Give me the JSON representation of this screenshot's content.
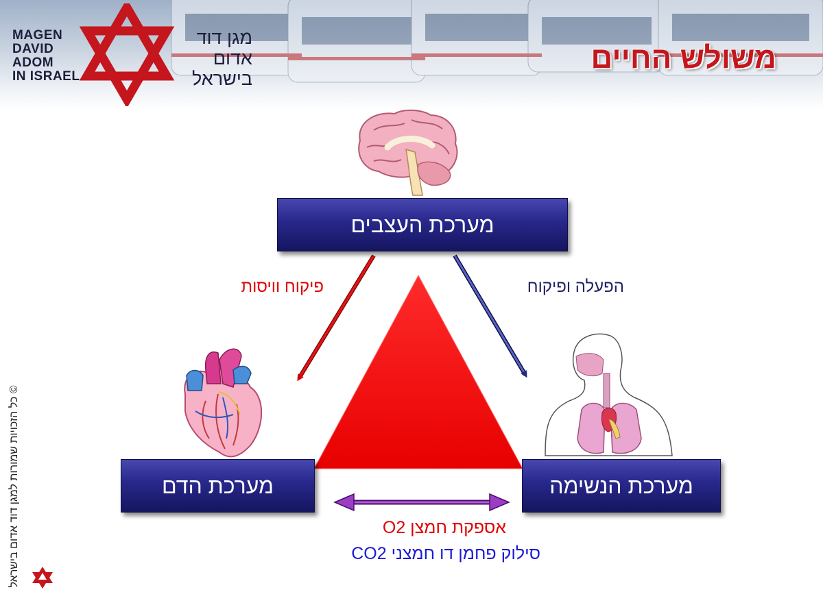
{
  "header": {
    "logo_en_lines": [
      "MAGEN",
      "DAVID",
      "ADOM",
      "IN ISRAEL"
    ],
    "logo_he_lines": [
      "מגן דוד",
      "אדום",
      "בישראל"
    ],
    "title": "משולש החיים"
  },
  "diagram": {
    "nodes": {
      "nervous": "מערכת העצבים",
      "blood": "מערכת הדם",
      "respiratory": "מערכת הנשימה"
    },
    "edges": {
      "nervous_to_blood": "פיקוח וויסות",
      "nervous_to_respiratory": "הפעלה ופיקוח",
      "exchange_o2": "אספקת חמצן O2",
      "exchange_co2": "סילוק פחמן דו חמצני CO2"
    },
    "colors": {
      "triangle": "#ff1a1a",
      "arrow_red": "#d40000",
      "arrow_blue": "#232a80",
      "arrow_purple": "#7b1fa2",
      "text_red": "#e00000",
      "text_blue": "#1a1ad8",
      "box": "#29298e"
    },
    "images": [
      "brain-illustration",
      "heart-illustration",
      "lungs-torso-illustration"
    ]
  },
  "footer": {
    "copyright": "© כל הזכויות שמורות למגן דוד אדום בישראל"
  }
}
